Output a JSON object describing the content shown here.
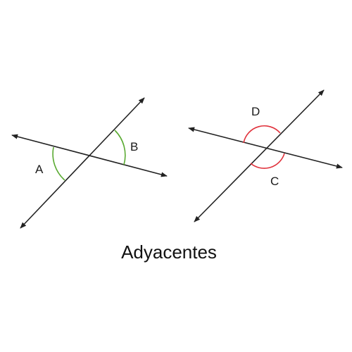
{
  "caption": "Adyacentes",
  "figures": [
    {
      "angle_labels": [
        "A",
        "B"
      ],
      "arc_color": "#5aaa32"
    },
    {
      "angle_labels": [
        "D",
        "C"
      ],
      "arc_color": "#e0323c"
    }
  ],
  "line_color": "#222222"
}
